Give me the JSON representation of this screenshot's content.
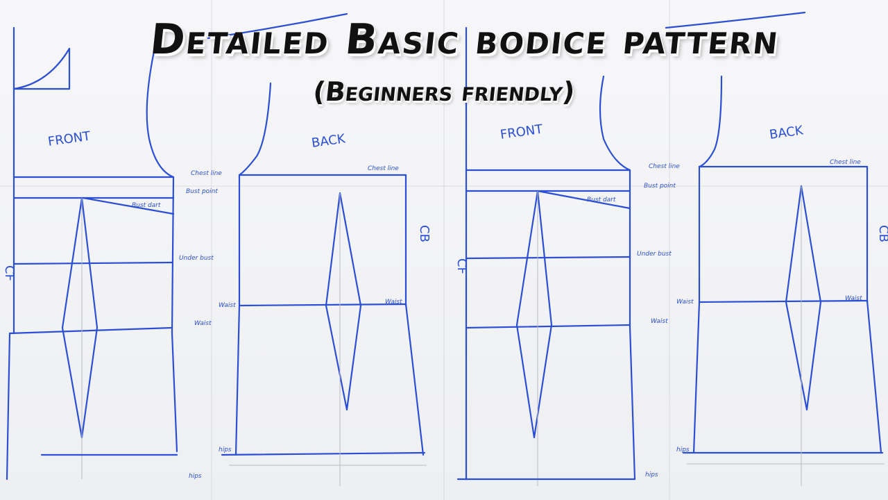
{
  "title": {
    "main": "Detailed Basic bodice pattern",
    "subtitle": "(Beginners friendly)"
  },
  "panels": [
    {
      "front_label": "FRONT",
      "back_label": "BACK",
      "cb_label": "CB",
      "cf_label": "CF",
      "front_lines": {
        "chest": "Chest line",
        "bust_point": "Bust point",
        "bust_dart": "Bust dart",
        "under_bust": "Under bust",
        "waist": "Waist",
        "hips": "hips"
      },
      "back_lines": {
        "chest": "Chest line",
        "waist_left": "Waist",
        "waist_right": "Waist",
        "hips": "hips"
      }
    },
    {
      "front_label": "FRONT",
      "back_label": "BACK",
      "cb_label": "CB",
      "cf_label": "CF",
      "front_lines": {
        "chest": "Chest line",
        "bust_point": "Bust point",
        "bust_dart": "Bust dart",
        "under_bust": "Under bust",
        "waist": "Waist",
        "hips": "hips"
      },
      "back_lines": {
        "chest": "Chest line",
        "waist_left": "Waist",
        "waist_right": "Waist",
        "hips": "hips"
      }
    }
  ],
  "colors": {
    "ink": "#2a4fd6",
    "title": "#111111"
  }
}
